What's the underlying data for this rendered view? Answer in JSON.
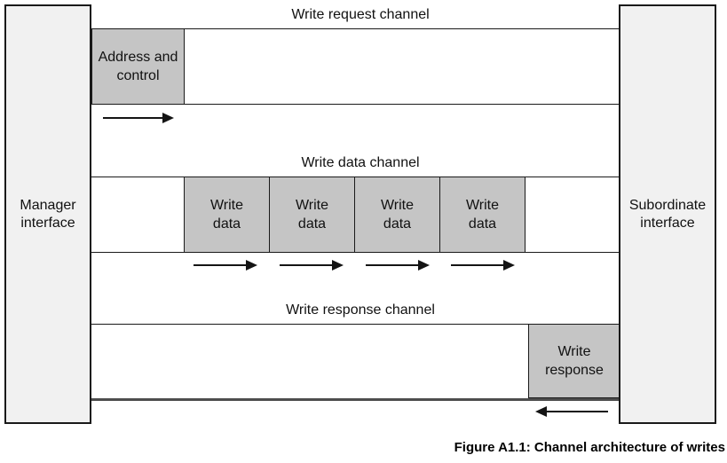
{
  "caption": "Figure A1.1: Channel architecture of writes",
  "interfaces": {
    "manager": "Manager\ninterface",
    "subordinate": "Subordinate\ninterface"
  },
  "channels": {
    "request": {
      "label": "Write request channel",
      "box": "Address and\ncontrol",
      "direction": "left-to-right"
    },
    "data": {
      "label": "Write data channel",
      "boxes": [
        "Write\ndata",
        "Write\ndata",
        "Write\ndata",
        "Write\ndata"
      ],
      "direction": "left-to-right"
    },
    "response": {
      "label": "Write response channel",
      "box": "Write\nresponse",
      "direction": "right-to-left"
    }
  },
  "colors": {
    "interface_fill": "#f1f1f1",
    "payload_fill": "#c5c5c5",
    "border": "#1a1a1a",
    "response_baseline": "#4d4d4d",
    "background": "#ffffff"
  }
}
